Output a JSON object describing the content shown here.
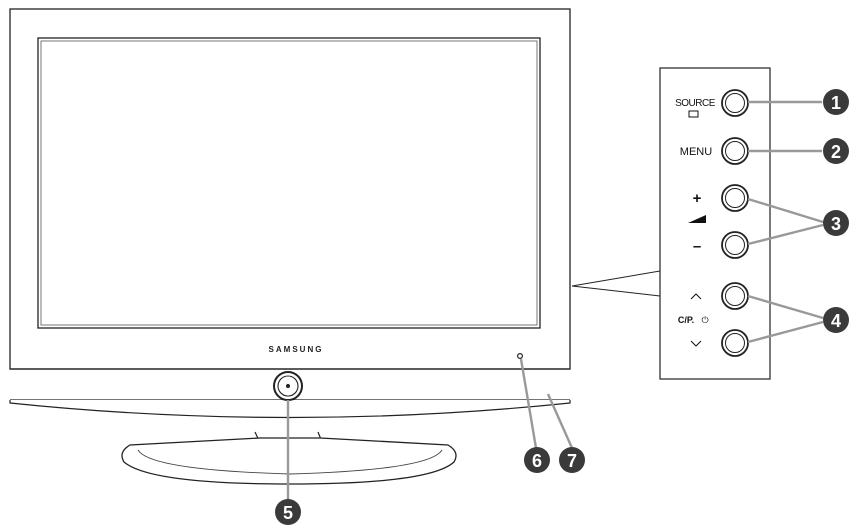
{
  "brand": "SAMSUNG",
  "panel_buttons": {
    "source_label": "SOURCE",
    "menu_label": "MENU",
    "vol_plus": "+",
    "vol_minus": "–",
    "ch_up": "︿",
    "ch_label": "C/P.",
    "power_symbol": "⏻",
    "ch_down": "﹀"
  },
  "callouts": [
    "1",
    "2",
    "3",
    "4",
    "5",
    "6",
    "7"
  ],
  "colors": {
    "line": "#222222",
    "callout_fill": "#3a3a3a",
    "leader": "#999999"
  }
}
